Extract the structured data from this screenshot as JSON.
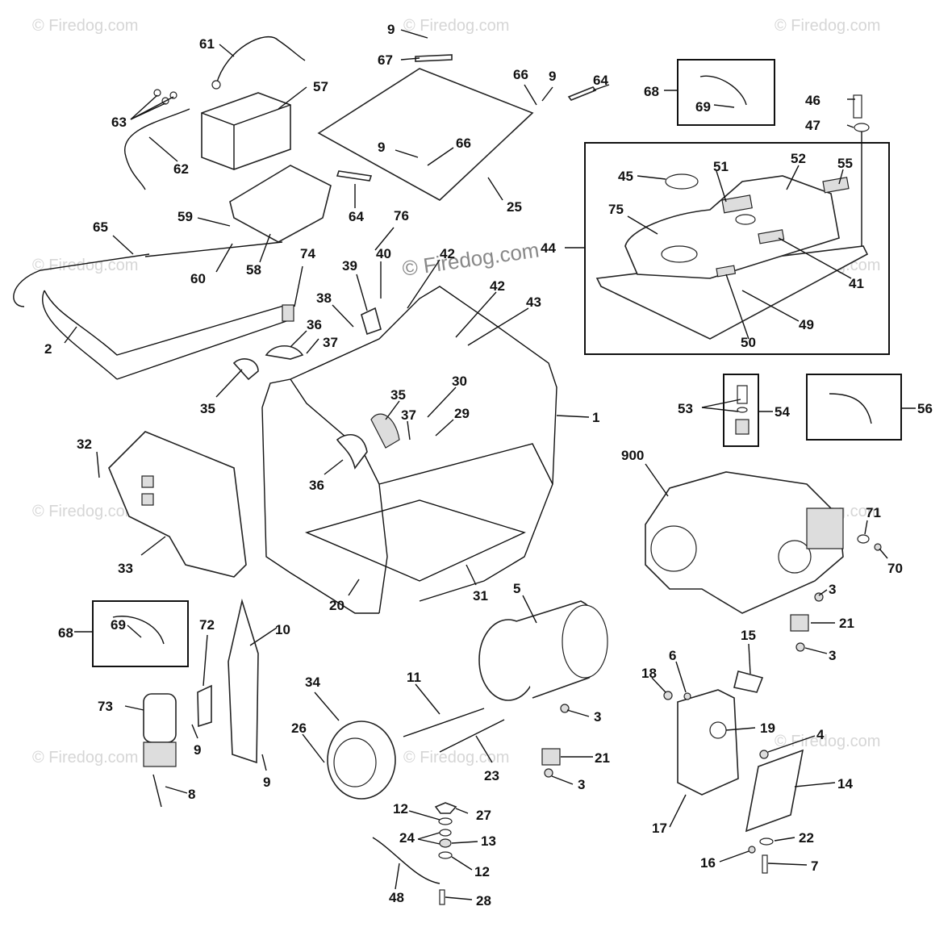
{
  "watermarks": {
    "brand": "© Firedog.com",
    "center": "© Firedog.com"
  },
  "labels": {
    "l1": "1",
    "l2": "2",
    "l3a": "3",
    "l3b": "3",
    "l3c": "3",
    "l3d": "3",
    "l4": "4",
    "l5": "5",
    "l6": "6",
    "l7": "7",
    "l8": "8",
    "l9a": "9",
    "l9b": "9",
    "l9c": "9",
    "l9d": "9",
    "l9e": "9",
    "l10": "10",
    "l11": "11",
    "l12a": "12",
    "l12b": "12",
    "l13": "13",
    "l14": "14",
    "l15": "15",
    "l16": "16",
    "l17": "17",
    "l18": "18",
    "l19": "19",
    "l20": "20",
    "l21a": "21",
    "l21b": "21",
    "l22": "22",
    "l23": "23",
    "l24": "24",
    "l25": "25",
    "l26": "26",
    "l27": "27",
    "l28": "28",
    "l29": "29",
    "l30": "30",
    "l31": "31",
    "l32": "32",
    "l33": "33",
    "l34": "34",
    "l35a": "35",
    "l35b": "35",
    "l36a": "36",
    "l36b": "36",
    "l37a": "37",
    "l37b": "37",
    "l38": "38",
    "l39": "39",
    "l40": "40",
    "l41": "41",
    "l42a": "42",
    "l42b": "42",
    "l43": "43",
    "l44": "44",
    "l45": "45",
    "l46": "46",
    "l47": "47",
    "l48": "48",
    "l49": "49",
    "l50": "50",
    "l51": "51",
    "l52": "52",
    "l53": "53",
    "l54": "54",
    "l55": "55",
    "l56": "56",
    "l57": "57",
    "l58": "58",
    "l59": "59",
    "l60": "60",
    "l61": "61",
    "l62": "62",
    "l63": "63",
    "l64a": "64",
    "l64b": "64",
    "l65": "65",
    "l66a": "66",
    "l66b": "66",
    "l67": "67",
    "l68a": "68",
    "l68b": "68",
    "l69a": "69",
    "l69b": "69",
    "l70": "70",
    "l71": "71",
    "l72": "72",
    "l73": "73",
    "l74": "74",
    "l75": "75",
    "l76": "76",
    "l900": "900"
  }
}
